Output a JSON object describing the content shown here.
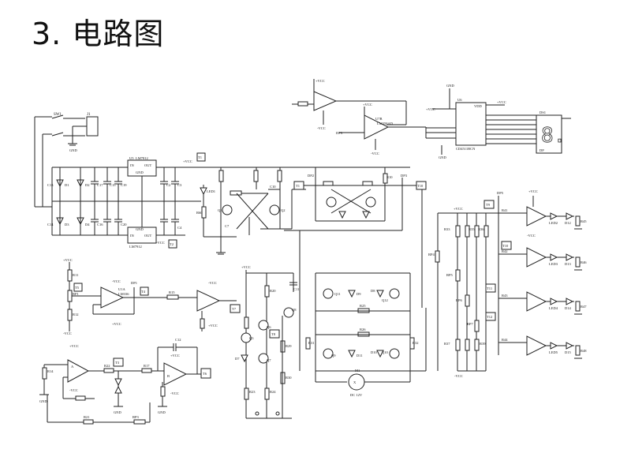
{
  "slide": {
    "title": "3. 电路图"
  },
  "labels": {
    "sw1": "SW1",
    "j1": "J1",
    "gnd": "GND",
    "vcc": "+VCC",
    "nvcc": "-VCC",
    "u5": "U5",
    "lm7812": "LM7812",
    "u4": "LM7912",
    "in": "IN",
    "out": "OUT",
    "c13": "C13",
    "c14": "C14",
    "c15": "C15",
    "c16": "C16",
    "c17": "C17",
    "c19": "C19",
    "c20": "C20",
    "c2": "C2",
    "c3": "C3",
    "c4": "C4",
    "c21": "C21",
    "d1": "D1",
    "d2": "D2",
    "d3": "D3",
    "d4": "D4",
    "d5": "D5",
    "led1": "LED1",
    "r60": "R60",
    "q1": "Q1",
    "q2": "Q2",
    "c7": "C7",
    "u7b": "U7B",
    "lm358ad": "LM358AD",
    "dp3": "DP3",
    "u6": "U6",
    "cd4511": "CD4511BCN",
    "vdd": "VDD",
    "ds1": "DS1",
    "dp": "DP",
    "t1": "T1",
    "t2": "T2",
    "t3": "T3",
    "t4": "T4",
    "t5": "T5",
    "t6": "T6",
    "t7": "T7",
    "t8": "T8",
    "t9": "T9",
    "t10": "T10",
    "t11": "T11",
    "t12": "T12",
    "u1a": "U1A",
    "lm336": "LM336",
    "dp1": "DP1",
    "dp2": "DP2",
    "dp5": "DP5",
    "r11": "R11",
    "r12": "R12",
    "rp1": "RP1",
    "r15": "R15",
    "r16": "R16",
    "r17": "R17",
    "r21": "R21",
    "r22": "R22",
    "rp3": "RP3",
    "c12": "C12",
    "q3": "Q3",
    "q5": "Q5",
    "q6": "Q6",
    "q7": "Q7",
    "q8": "Q8",
    "r20": "R20",
    "r23": "R23",
    "r24": "R24",
    "r27": "R27",
    "r29": "R29",
    "r30": "R30",
    "c11": "C11",
    "d7": "D7",
    "q11": "Q11",
    "q9": "Q9",
    "q12": "Q12",
    "q10": "Q10",
    "d9": "D9",
    "d8": "D8",
    "d10": "D10",
    "d11": "D11",
    "r31": "R31",
    "r32": "R32",
    "r25": "R25",
    "r26": "R26",
    "m1": "M1",
    "dc12v": "DC 12V",
    "r33": "R33",
    "r34": "R34",
    "r35": "R35",
    "r36": "R36",
    "r37": "R37",
    "r38": "R38",
    "r39": "R39",
    "rp4": "RP4",
    "rp5": "RP5",
    "rp6": "RP6",
    "rp7": "RP7",
    "r41": "R41",
    "r42": "R42",
    "r43": "R43",
    "r44": "R44",
    "r45": "R45",
    "r46": "R46",
    "r47": "R47",
    "r48": "R48",
    "led2": "LED2",
    "led3": "LED3",
    "led4": "LED4",
    "led5": "LED5",
    "d12": "D12",
    "d13": "D13",
    "d14": "D14",
    "d15": "D15",
    "ua": "A",
    "ub": "B",
    "ux": "X"
  }
}
